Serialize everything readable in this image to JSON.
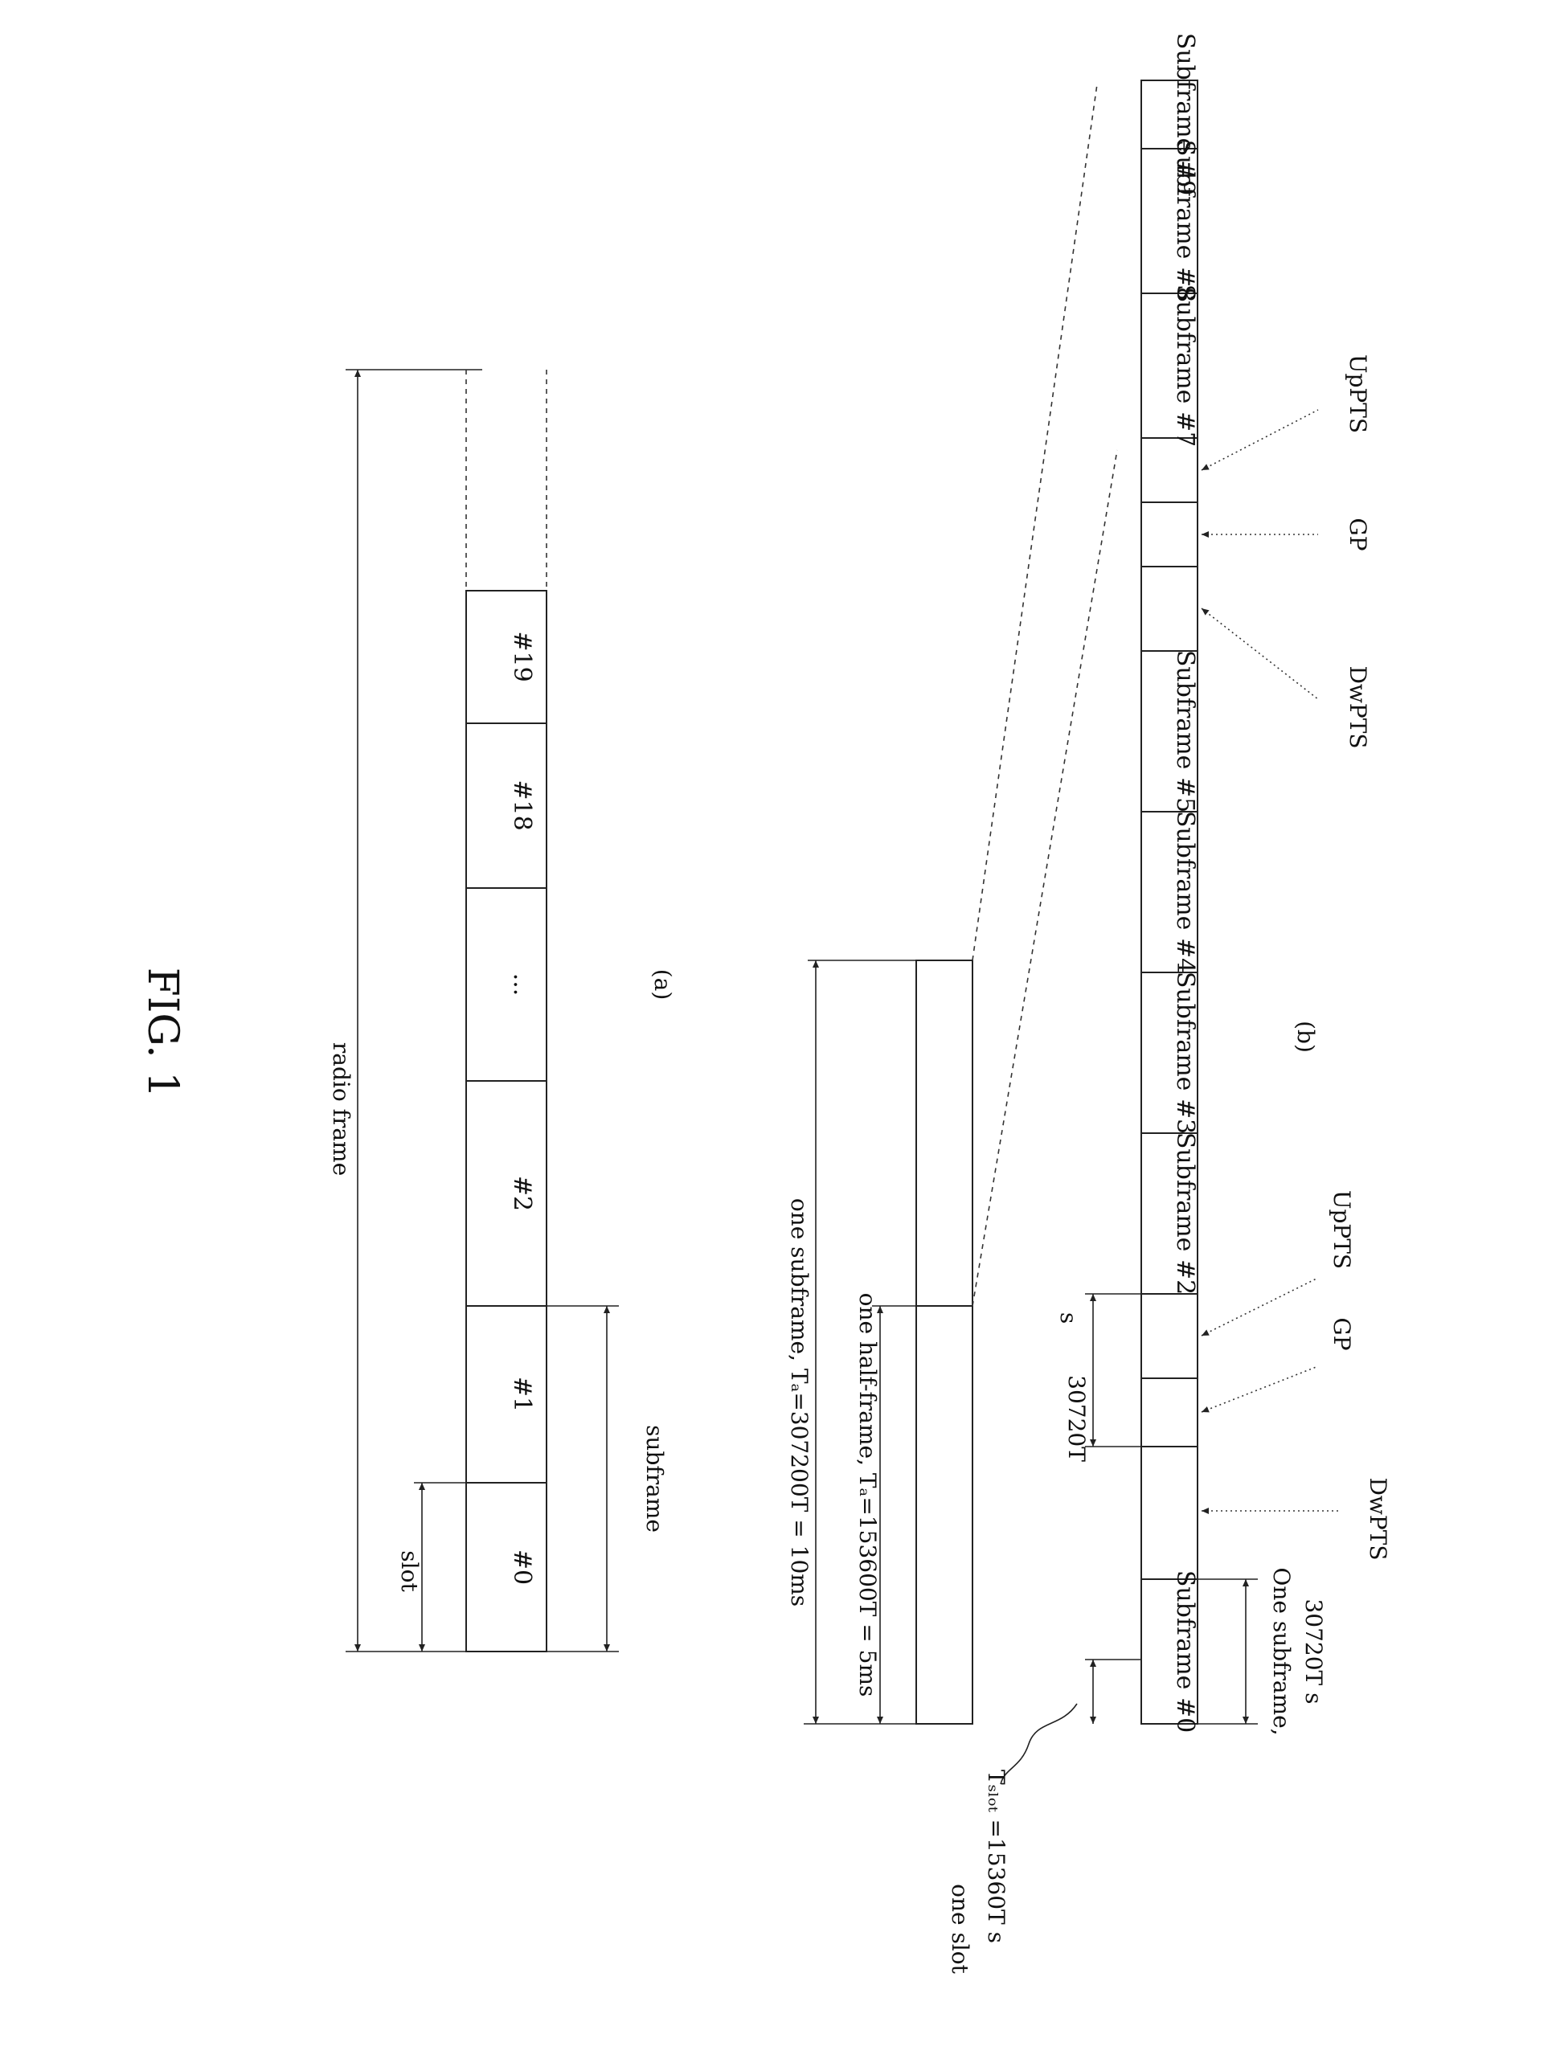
{
  "figure": {
    "title": "FIG. 1"
  },
  "part_a": {
    "caption": "(a)",
    "radio_frame_label": "radio frame",
    "slot_label": "slot",
    "subframe_label": "subframe",
    "cells": [
      "#0",
      "#1",
      "#2",
      "...",
      "#18",
      "#19"
    ]
  },
  "part_b": {
    "caption": "(b)",
    "frame_label": "one subframe, Tₐ=307200T = 10ms",
    "half_frame_label": "one half-frame, Tₐ=153600T = 5ms",
    "slot_label_1": "one slot",
    "slot_label_2": "Tₛₗₒₜ =15360T s",
    "special_span_label": "30720T",
    "special_span_unit": "s",
    "subframe_label_1": "One subframe,",
    "subframe_label_2": "30720T s",
    "subframes": [
      "Subframe #0",
      "Subframe #2",
      "Subframe #3",
      "Subframe #4",
      "Subframe #5",
      "Subframe #7",
      "Subframe #8",
      "Subframe #9"
    ],
    "special_fields": [
      "DwPTS",
      "GP",
      "UpPTS"
    ]
  }
}
